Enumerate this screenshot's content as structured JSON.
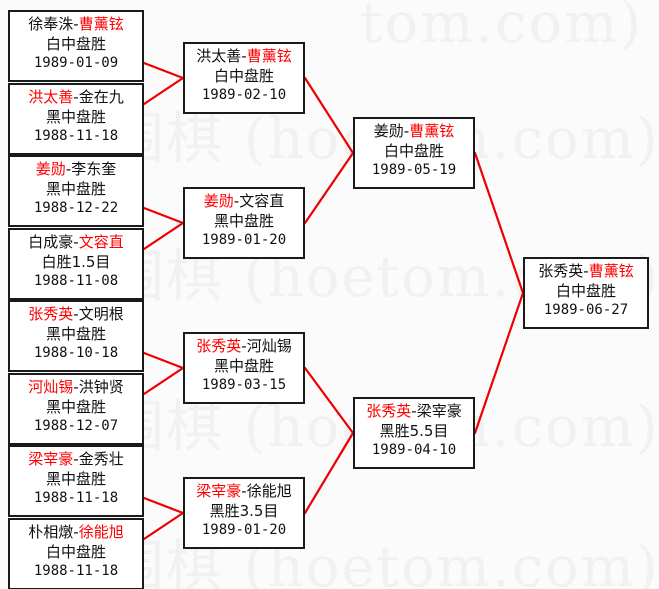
{
  "watermark": {
    "text": "围棋 (hoetom.com)",
    "top_text": "tom.com)",
    "color": "#f1f1f1"
  },
  "colors": {
    "winner": "#ff0000",
    "loser": "#111111",
    "connector": "#ee0000",
    "border": "#1a1a1a",
    "background": "#fbfbfb"
  },
  "bracket": {
    "round1": [
      {
        "winner": "徐奉洙",
        "sep": "-",
        "loser": "曹薰铉",
        "winner_is_first": false,
        "result": "白中盘胜",
        "date": "1989-01-09"
      },
      {
        "winner": "洪太善",
        "sep": "-",
        "loser": "金在九",
        "winner_is_first": true,
        "result": "黑中盘胜",
        "date": "1988-11-18"
      },
      {
        "winner": "姜勋",
        "sep": "-",
        "loser": "李东奎",
        "winner_is_first": true,
        "result": "黑中盘胜",
        "date": "1988-12-22"
      },
      {
        "winner": "白成豪",
        "sep": "-",
        "loser": "文容直",
        "winner_is_first": false,
        "result": "白胜1.5目",
        "date": "1988-11-08"
      },
      {
        "winner": "张秀英",
        "sep": "-",
        "loser": "文明根",
        "winner_is_first": true,
        "result": "黑中盘胜",
        "date": "1988-10-18"
      },
      {
        "winner": "河灿锡",
        "sep": "-",
        "loser": "洪钟贤",
        "winner_is_first": true,
        "result": "黑中盘胜",
        "date": "1988-12-07"
      },
      {
        "winner": "梁宰豪",
        "sep": "-",
        "loser": "金秀壮",
        "winner_is_first": true,
        "result": "黑中盘胜",
        "date": "1988-11-18"
      },
      {
        "winner": "朴相燉",
        "sep": "-",
        "loser": "徐能旭",
        "winner_is_first": false,
        "result": "白中盘胜",
        "date": "1988-11-18"
      }
    ],
    "round2": [
      {
        "winner": "洪太善",
        "sep": "-",
        "loser": "曹薰铉",
        "winner_is_first": false,
        "result": "白中盘胜",
        "date": "1989-02-10"
      },
      {
        "winner": "姜勋",
        "sep": "-",
        "loser": "文容直",
        "winner_is_first": true,
        "result": "黑中盘胜",
        "date": "1989-01-20"
      },
      {
        "winner": "张秀英",
        "sep": "-",
        "loser": "河灿锡",
        "winner_is_first": true,
        "result": "黑中盘胜",
        "date": "1989-03-15"
      },
      {
        "winner": "梁宰豪",
        "sep": "-",
        "loser": "徐能旭",
        "winner_is_first": true,
        "result": "黑胜3.5目",
        "date": "1989-01-20"
      }
    ],
    "round3": [
      {
        "winner": "姜勋",
        "sep": "-",
        "loser": "曹薰铉",
        "winner_is_first": false,
        "result": "白中盘胜",
        "date": "1989-05-19"
      },
      {
        "winner": "张秀英",
        "sep": "-",
        "loser": "梁宰豪",
        "winner_is_first": true,
        "result": "黑胜5.5目",
        "date": "1989-04-10"
      }
    ],
    "final": [
      {
        "winner": "张秀英",
        "sep": "-",
        "loser": "曹薰铉",
        "winner_is_first": false,
        "result": "白中盘胜",
        "date": "1989-06-27"
      }
    ]
  }
}
